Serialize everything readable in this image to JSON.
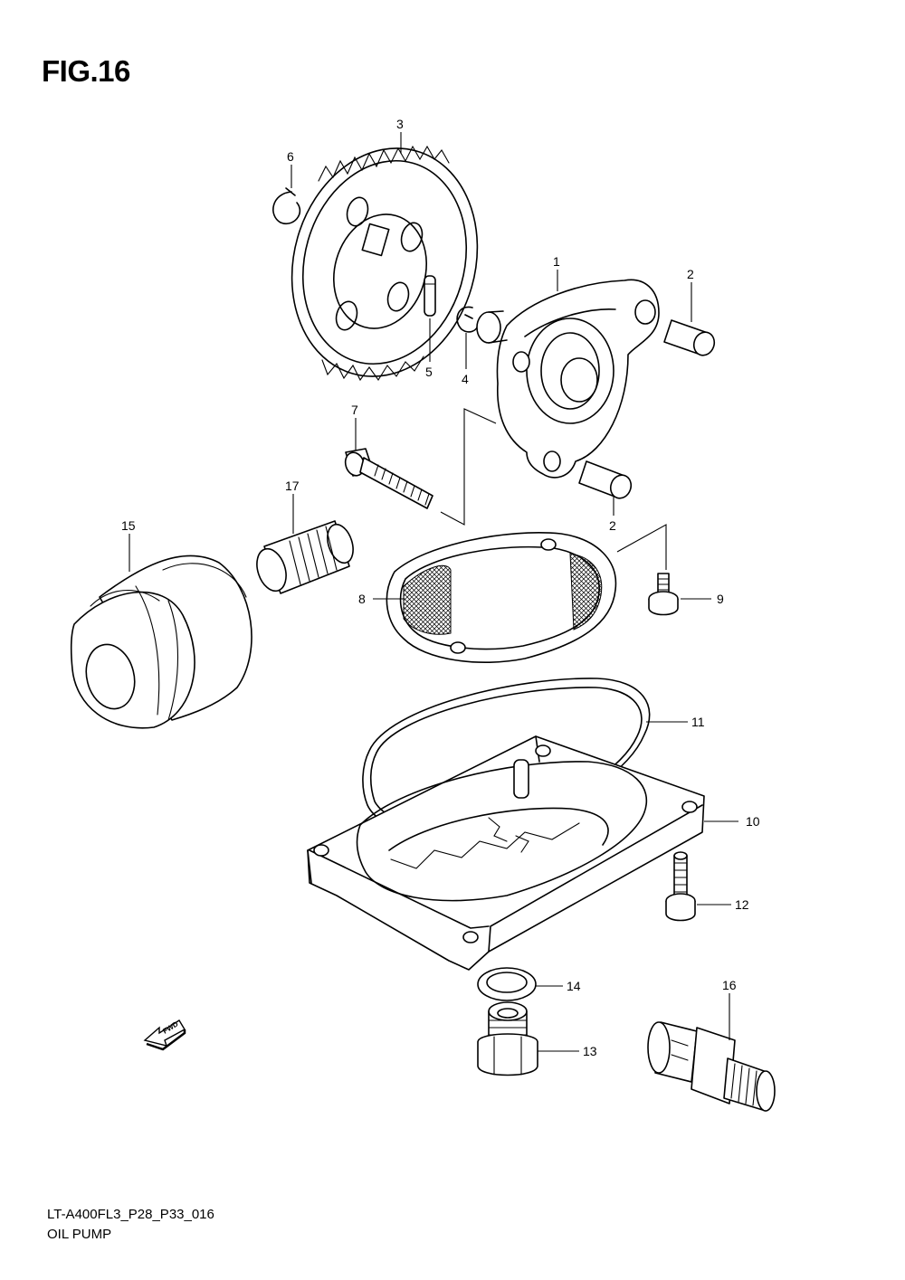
{
  "figure": {
    "title": "FIG.16",
    "code": "LT-A400FL3_P28_P33_016",
    "name": "OIL PUMP"
  },
  "direction_badge": "FWD",
  "parts": [
    {
      "ref": "1"
    },
    {
      "ref": "2"
    },
    {
      "ref": "2"
    },
    {
      "ref": "3"
    },
    {
      "ref": "4"
    },
    {
      "ref": "5"
    },
    {
      "ref": "6"
    },
    {
      "ref": "7"
    },
    {
      "ref": "8"
    },
    {
      "ref": "9"
    },
    {
      "ref": "10"
    },
    {
      "ref": "11"
    },
    {
      "ref": "12"
    },
    {
      "ref": "13"
    },
    {
      "ref": "14"
    },
    {
      "ref": "15"
    },
    {
      "ref": "16"
    },
    {
      "ref": "17"
    }
  ]
}
